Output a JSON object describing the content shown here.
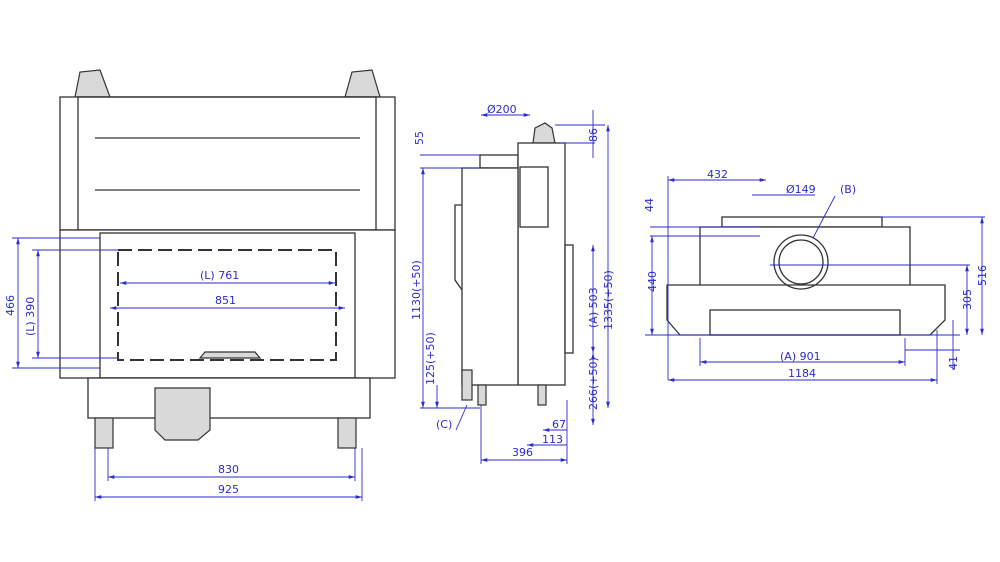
{
  "front_view": {
    "dims": {
      "h466": "466",
      "l390": "(L) 390",
      "l761": "(L) 761",
      "w851": "851",
      "w830": "830",
      "w925": "925"
    }
  },
  "side_view": {
    "dims": {
      "d200": "Ø200",
      "h55": "55",
      "h86": "86",
      "h1130": "1130(+50)",
      "h1335": "1335(+50)",
      "a503": "(A) 503",
      "h125": "125(+50)",
      "h266": "266(+50)",
      "w67": "67",
      "w113": "113",
      "w396": "396",
      "callout_c": "(C)"
    }
  },
  "top_view": {
    "dims": {
      "w432": "432",
      "d149": "Ø149",
      "callout_b": "(B)",
      "h44": "44",
      "h440": "440",
      "h516": "516",
      "h305": "305",
      "h41": "41",
      "a901": "(A) 901",
      "w1184": "1184"
    }
  },
  "colors": {
    "dimension": "#2b2bd0",
    "outline": "#333333"
  }
}
